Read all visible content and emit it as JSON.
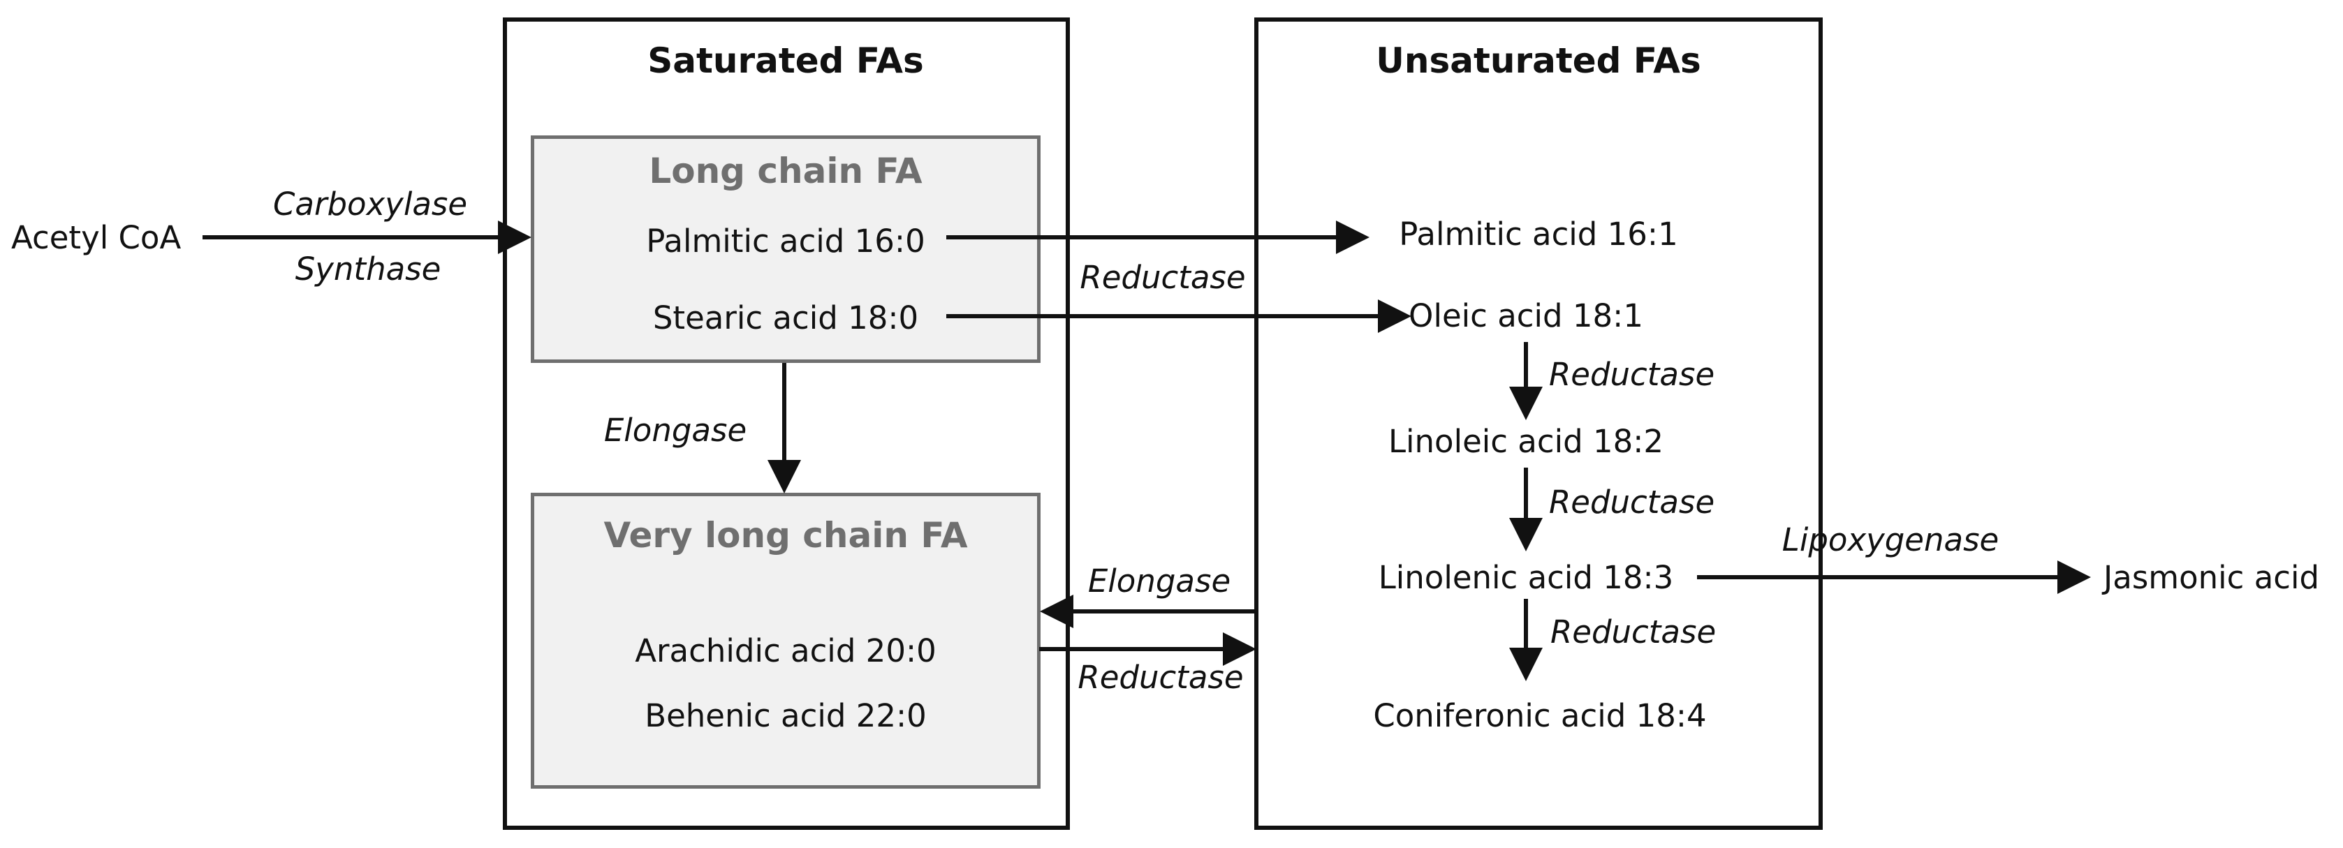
{
  "sections": {
    "saturated": {
      "title": "Saturated FAs"
    },
    "unsaturated": {
      "title": "Unsaturated FAs"
    }
  },
  "groups": {
    "long_chain": {
      "title": "Long chain FA"
    },
    "very_long_chain": {
      "title": "Very long chain FA"
    }
  },
  "compounds": {
    "acetyl_coa": "Acetyl CoA",
    "palmitic_16_0": "Palmitic acid 16:0",
    "stearic_18_0": "Stearic acid 18:0",
    "arachidic_20_0": "Arachidic acid 20:0",
    "behenic_22_0": "Behenic acid 22:0",
    "palmitic_16_1": "Palmitic acid 16:1",
    "oleic_18_1": "Oleic acid 18:1",
    "linoleic_18_2": "Linoleic acid 18:2",
    "linolenic_18_3": "Linolenic acid 18:3",
    "coniferonic_18_4": "Coniferonic acid 18:4",
    "jasmonic": "Jasmonic acid"
  },
  "enzymes": {
    "carboxylase": "Carboxylase",
    "synthase": "Synthase",
    "reductase_palmitic": "Reductase",
    "elongase_vertical": "Elongase",
    "reductase_oleic": "Reductase",
    "reductase_linoleic": "Reductase",
    "lipoxygenase": "Lipoxygenase",
    "elongase_back": "Elongase",
    "reductase_forward": "Reductase",
    "reductase_linolenic": "Reductase"
  },
  "colors": {
    "line": "#111111",
    "group_border": "#6f6f6f",
    "group_fill": "#f1f1f1"
  }
}
